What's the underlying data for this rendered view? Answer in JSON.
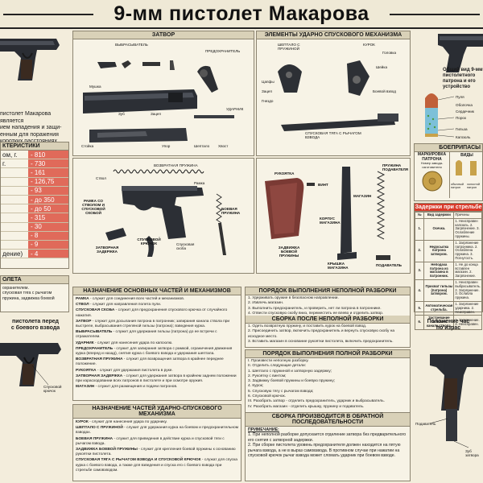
{
  "title": "9-мм пистолет Макарова",
  "left": {
    "intro_lines": [
      "пистолет Макарова является",
      "ием нападения и защи-",
      "енным для поражения",
      "коротких расстояниях."
    ],
    "specs_head": "КТЕРИСТИКИ",
    "specs": [
      {
        "name": "ом, г.",
        "value": "- 810"
      },
      {
        "name": "г.",
        "value": "- 730"
      },
      {
        "name": "",
        "value": "- 161"
      },
      {
        "name": "",
        "value": "- 126,75"
      },
      {
        "name": "",
        "value": "- 93"
      },
      {
        "name": "",
        "value": "- до 350"
      },
      {
        "name": "",
        "value": "- до 50"
      },
      {
        "name": "",
        "value": "- 315"
      },
      {
        "name": "",
        "value": "- 30"
      },
      {
        "name": "",
        "value": "- 8"
      },
      {
        "name": "",
        "value": "- 9"
      },
      {
        "name": "дение)",
        "value": "- 4"
      }
    ],
    "pistol_head": "ОЛЕТА",
    "pistol_lines": [
      "охранителем.",
      "спусковая тяга с рычагом",
      "пружина, задвижка боевой"
    ],
    "before_shot": [
      "пистолета перед",
      "с боевого взвода"
    ],
    "trigger_label": "Спусковой крючок"
  },
  "center": {
    "zatvor_head": "ЗАТВОР",
    "elements_head": "ЭЛЕМЕНТЫ УДАРНО СПУСКОВОГО МЕХАНИЗМА",
    "zatvor_labels": [
      "ВЫБРАСЫВАТЕЛЬ",
      "ПРЕДОХРАНИТЕЛЬ",
      "УДАРНИК",
      "Мушка",
      "Зуб",
      "Зацеп",
      "Шептало",
      "Стойка",
      "Упор",
      "Хвост"
    ],
    "elements_labels": [
      "ШЕПТАЛО С ПРУЖИНОЙ",
      "КУРОК",
      "СПУСКОВАЯ ТЯГА С РЫЧАГОМ ВЗВОДА",
      "Боевой взвод",
      "Шейка",
      "Зацеп",
      "Цапфы",
      "Головка",
      "Гнездо"
    ],
    "spring_label": "ВОЗВРАТНАЯ ПРУЖИНА",
    "frame_labels": [
      "РАМКА СО СТВОЛОМ И СПУСКОВОЙ СКОБОЙ",
      "БОЕВАЯ ПРУЖИНА",
      "ЗАТВОРНАЯ ЗАДЕРЖКА",
      "СПУСКОВОЙ КРЮЧОК",
      "Ствол",
      "Рамка",
      "Спусковая скоба"
    ],
    "grip_labels": [
      "РУКОЯТКА",
      "ВИНТ",
      "МАГАЗИН",
      "ПРУЖИНА ПОДАВАТЕЛЯ",
      "КОРПУС МАГАЗИНА",
      "ЗАДВИЖКА БОЕВОЙ ПРУЖИНЫ",
      "КРЫШКА МАГАЗИНА",
      "ПОДАВАТЕЛЬ"
    ],
    "purpose_head": "НАЗНАЧЕНИЕ ОСНОВНЫХ ЧАСТЕЙ И МЕХАНИЗМОВ",
    "purpose": [
      {
        "k": "РАМКА",
        "t": " - служит для соединения всех частей и механизмов."
      },
      {
        "k": "СТВОЛ",
        "t": " - служит для направления полета пули."
      },
      {
        "k": "СПУСКОВАЯ СКОБА",
        "t": " - служит для предохранения спускового крючка от случайного нажатия."
      },
      {
        "k": "ЗАТВОР",
        "t": " - служит для досылания патрона в патронник; запирания канала ствола при выстреле, выбрасывания стреляной гильзы (патрона); взведения курка."
      },
      {
        "k": "ВЫБРАСЫВАТЕЛЬ",
        "t": " - служит для удержания гильзы (патрона) до ее встречи с отражателем."
      },
      {
        "k": "УДАРНИК",
        "t": " - служит для нанесения удара по капсюлю."
      },
      {
        "k": "ПРЕДОХРАНИТЕЛЬ",
        "t": " - служит для запирания затвора с рамкой, ограничения движения курка (вперед и назад), снятия курка с боевого взвода и удержания шептала."
      },
      {
        "k": "ВОЗВРАТНАЯ ПРУЖИНА",
        "t": " - служит для возвращения затвора в крайнее переднее положение."
      },
      {
        "k": "РУКОЯТКА",
        "t": " - служит для удержания пистолета в руке."
      },
      {
        "k": "ЗАТВОРНАЯ ЗАДЕРЖКА",
        "t": " - служит для удержания затвора в крайнем заднем положении при израсходовании всех патронов в пистолете и при осмотре оружия."
      },
      {
        "k": "МАГАЗИН",
        "t": " - служит для размещения и подачи патронов."
      }
    ],
    "usm_head": "НАЗНАЧЕНИЕ ЧАСТЕЙ УДАРНО-СПУСКОВОГО МЕХАНИЗМА",
    "usm": [
      {
        "k": "КУРОК",
        "t": " - служит для нанесения удара по ударнику."
      },
      {
        "k": "ШЕПТАЛО С ПРУЖИНОЙ",
        "t": " - служит для удержания курка на боевом и предохранительном взводах."
      },
      {
        "k": "БОЕВАЯ ПРУЖИНА",
        "t": " - служит для приведения в действие курка и спусковой тяги с рычагом взвода."
      },
      {
        "k": "ЗАДВИЖКА БОЕВОЙ ПРУЖИНЫ",
        "t": " - служит для крепления боевой пружины к основанию рукоятки пистолета."
      },
      {
        "k": "СПУСКОВАЯ ТЯГА С РЫЧАГОМ ВЗВОДА И СПУСКОВОЙ КРЮЧОК",
        "t": " - служат для спуска курка с боевого взвода, а также для взведения и спуска его с боевого взвода при стрельбе самовзводом."
      }
    ],
    "incomplete_head": "ПОРЯДОК ВЫПОЛНЕНИЯ НЕПОЛНОЙ РАЗБОРКИ",
    "incomplete": [
      "1. Удерживать оружие в безопасном направлении.",
      "2. Извлечь магазин.",
      "3. Выполнить предохранитель, и проверить, нет ли патрона в патроннике.",
      "4. Отвести спусковую скобу вниз, переместить ее влево и отделить затвор.",
      "5. Снять возвратную пружину.",
      "6. Поставить на место спусковую скобу.",
      "7. Задвижная головку курка, поставить его на предохранительный взвод."
    ],
    "assembly_head": "СБОРКА ПОСЛЕ НЕПОЛНОЙ РАЗБОРКИ",
    "assembly": [
      "1. Одеть возвратную пружину, и поставить курок на боевой взвод.",
      "2. Присоединить затвор, включить предохранитель и вернуть спусковую скобу на исходное место.",
      "3. Вставить магазин в основание рукоятки пистолета, включить предохранитель."
    ],
    "full_head": "ПОРЯДОК ВЫПОЛНЕНИЯ ПОЛНОЙ РАЗБОРКИ",
    "full": [
      "I. Произвести неполную разборку.",
      "II. Отделить следующие детали:",
      "1. Шептало с пружиной и затворную задержку;",
      "2. Рукоятку с винтом;",
      "3. Задвижку боевой пружины и боевую пружину;",
      "4. Курок;",
      "5. Спусковую тягу с рычагом взвода;",
      "6. Спусковой крючок.",
      "III. Разобрать затвор - отделить предохранитель, ударник и выбрасыватель.",
      "IV. Разобрать магазин - отделить крышку, пружину и подаватель."
    ],
    "reverse_head": "СБОРКА ПРОИЗВОДИТСЯ В ОБРАТНОЙ ПОСЛЕДОВАТЕЛЬНОСТИ",
    "note_head": "ПРИМЕЧАНИЕ:",
    "notes": [
      "1. При неполной разборке допускается отделение затвора без предварительного его снятия с затворной задержки.",
      "2. При сборке пистолета уровень предохранителя должен находится на пятую рычага взвода, а не в выраз самовзвода. В противном случае при нажатии на спусковой крючок рычаг взвода может сломать ударник при боевом взводе."
    ]
  },
  "right": {
    "cartridge_title": "Общий вид 9-мм пистолетного патрона и его устройство",
    "cartridge_labels": [
      "Пуля",
      "Порох",
      "Гильза",
      "Капсюль",
      "Оболочка",
      "Сердечник"
    ],
    "ammo_head": "БОЕПРИПАСЫ",
    "marking_head": "МАРКИРОВКА ПАТРОНА",
    "marking_sub": "Номер завода-изготовителя",
    "types_head": "ВИДЫ",
    "types": [
      "обычный патрон",
      "холостой патрон"
    ],
    "delay_head": "Задержки при стрельбе",
    "delay_cols": [
      "№",
      "Вид задержки",
      "Причины"
    ],
    "delays": [
      {
        "n": "1.",
        "name": "Осечка.",
        "reason": "1. Неисправен капсюль. 2. Загрязнение. 3. Ослабление пружины."
      },
      {
        "n": "2.",
        "name": "Недосылка патрона затвором.",
        "reason": "1. Загрязнение патронника. 2. Ослаблена пружина. 3. Погнутость."
      },
      {
        "n": "3.",
        "name": "Неподача патрона из магазина в патронник.",
        "reason": "1. Не до конца вставлен магазин. 2. Загрязнение."
      },
      {
        "n": "4.",
        "name": "Прихват гильзы (патрона) затвором.",
        "reason": "1. Неисправен выбрасыватель. 2. Загрязнение. 3. Ослабла пружина."
      },
      {
        "n": "5.",
        "name": "Автоматическая стрельба.",
        "reason": "1. Загрязнение ударника. 2. Неисправен."
      },
      {
        "n": "6.",
        "name": "Застревание гильзы в канале ствола.",
        "reason": "1. Загрязнение. 2. Неисправен."
      }
    ],
    "position_lines": [
      "Положение час",
      "по израс"
    ],
    "feeder_label": "Подаватель",
    "tooth_label": "Зуб затвора"
  }
}
